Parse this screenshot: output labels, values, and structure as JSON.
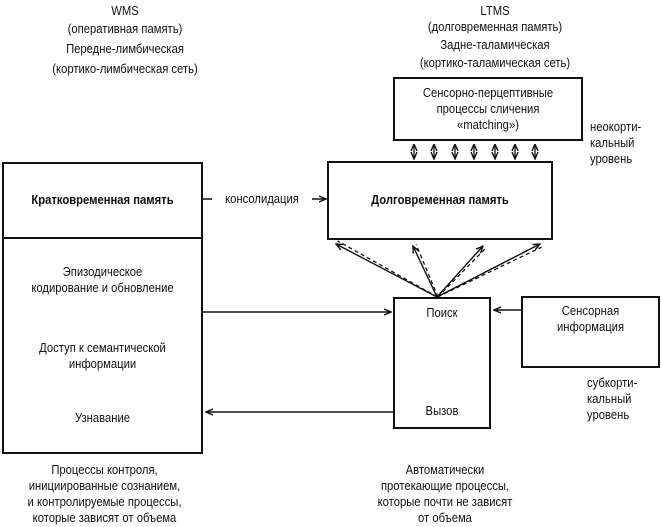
{
  "wms_header": {
    "lines": [
      "WMS",
      "(оперативная память)",
      "Передне-лимбическая",
      "(кортико-лимбическая сеть)"
    ]
  },
  "ltms_header": {
    "lines": [
      "LTMS",
      "(долговременная память)",
      "Задне-таламическая",
      "(кортико-таламическая сеть)"
    ]
  },
  "boxes": {
    "sensory_perceptual": {
      "lines": [
        "Сенсорно-перцептивные",
        "процессы сличения",
        "«matching»)"
      ]
    },
    "short_term_memory": {
      "label": "Кратковременная память"
    },
    "long_term_memory": {
      "label": "Долговременная память"
    },
    "wms_processes": {
      "items": [
        {
          "lines": [
            "Эпизодическое",
            "кодирование и обновление"
          ]
        },
        {
          "lines": [
            "Доступ к семантической",
            "информации"
          ]
        },
        {
          "lines": [
            "Узнавание"
          ]
        }
      ]
    },
    "search_recall": {
      "search_label": "Поиск",
      "recall_label": "Вызов"
    },
    "sensory_info": {
      "lines": [
        "Сенсорная",
        "информация"
      ]
    }
  },
  "edges": {
    "consolidation_label": "консолидация"
  },
  "levels": {
    "neocortical": {
      "lines": [
        "неокорти-",
        "кальный",
        "уровень"
      ]
    },
    "subcortical": {
      "lines": [
        "субкорти-",
        "кальный",
        "уровень"
      ]
    }
  },
  "footers": {
    "left": {
      "lines": [
        "Процессы контроля,",
        "инициированные сознанием,",
        "и контролируемые процессы,",
        "которые зависят от объема"
      ]
    },
    "right": {
      "lines": [
        "Автоматически",
        "протекающие процессы,",
        "которые почти не зависят",
        "от объема"
      ]
    }
  }
}
